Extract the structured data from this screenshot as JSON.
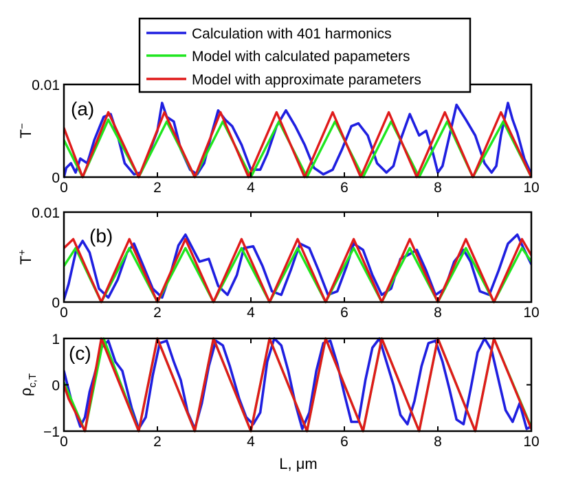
{
  "chart_data": {
    "type": "line",
    "legend": {
      "placement": "top-center",
      "entries": [
        {
          "label": "Calculation with 401 harmonics",
          "color": "#1f1fe0"
        },
        {
          "label": "Model with calculated papameters",
          "color": "#1ee61e"
        },
        {
          "label": "Model with approximate parameters",
          "color": "#e01a1a"
        }
      ]
    },
    "xlabel": "L, μm",
    "xlim": [
      0,
      10
    ],
    "xticks": [
      "0",
      "2",
      "4",
      "6",
      "8",
      "10"
    ],
    "panels": [
      {
        "label": "(a)",
        "ylabel_base": "T",
        "ylabel_sup": "−",
        "ylabel_sub": "",
        "ylim": [
          0,
          0.01
        ],
        "yticks": [
          {
            "v": 0,
            "t": "0"
          },
          {
            "v": 0.01,
            "t": "0.01"
          }
        ],
        "series": {
          "red": {
            "x": [
              0,
              0.4,
              0.95,
              1.6,
              2.15,
              2.8,
              3.35,
              3.95,
              4.55,
              5.15,
              5.75,
              6.35,
              6.95,
              7.55,
              8.15,
              8.75,
              9.35,
              10
            ],
            "y": [
              0.0053,
              0,
              0.007,
              0,
              0.007,
              0,
              0.007,
              0,
              0.007,
              0,
              0.007,
              0,
              0.007,
              0,
              0.007,
              0,
              0.007,
              0
            ]
          },
          "green": {
            "x": [
              0,
              0.4,
              0.95,
              1.6,
              2.2,
              2.8,
              3.4,
              4.0,
              4.6,
              5.2,
              5.8,
              6.4,
              7.0,
              7.6,
              8.2,
              8.75,
              9.4,
              10
            ],
            "y": [
              0.004,
              0,
              0.0062,
              0,
              0.006,
              0,
              0.006,
              0,
              0.006,
              0,
              0.006,
              0,
              0.006,
              0,
              0.006,
              0,
              0.006,
              0
            ]
          },
          "blue": {
            "x": [
              0,
              0.05,
              0.15,
              0.25,
              0.35,
              0.5,
              0.65,
              0.85,
              1.0,
              1.15,
              1.3,
              1.5,
              1.65,
              1.85,
              2.0,
              2.1,
              2.2,
              2.35,
              2.5,
              2.7,
              2.85,
              3.0,
              3.15,
              3.3,
              3.45,
              3.6,
              3.8,
              4.0,
              4.2,
              4.35,
              4.55,
              4.75,
              4.95,
              5.15,
              5.35,
              5.55,
              5.75,
              5.95,
              6.15,
              6.3,
              6.5,
              6.7,
              6.9,
              7.05,
              7.2,
              7.4,
              7.6,
              7.75,
              7.9,
              8.0,
              8.1,
              8.25,
              8.4,
              8.6,
              8.8,
              9.0,
              9.15,
              9.25,
              9.35,
              9.5,
              9.6,
              9.7,
              9.85,
              10
            ],
            "y": [
              0,
              0.001,
              0.0015,
              0.0005,
              0.002,
              0.0015,
              0.004,
              0.0065,
              0.0068,
              0.0045,
              0.0015,
              0.0003,
              0.0005,
              0.003,
              0.005,
              0.008,
              0.0065,
              0.006,
              0.003,
              0.0008,
              0.0003,
              0.0015,
              0.0045,
              0.0072,
              0.0062,
              0.0055,
              0.0035,
              0.0008,
              0.0008,
              0.0025,
              0.0055,
              0.0072,
              0.0055,
              0.0035,
              0.001,
              0.0003,
              0.0008,
              0.003,
              0.0055,
              0.0058,
              0.0045,
              0.0015,
              0.0005,
              0.0012,
              0.004,
              0.0068,
              0.0045,
              0.005,
              0.0025,
              0.0005,
              0.0012,
              0.0045,
              0.0078,
              0.0062,
              0.0045,
              0.0015,
              0.0005,
              0.0012,
              0.0045,
              0.008,
              0.0062,
              0.0048,
              0.002,
              0.0003
            ]
          }
        }
      },
      {
        "label": "(b)",
        "ylabel_base": "T",
        "ylabel_sup": "+",
        "ylabel_sub": "",
        "ylim": [
          0,
          0.01
        ],
        "yticks": [
          {
            "v": 0,
            "t": "0"
          },
          {
            "v": 0.01,
            "t": "0.01"
          }
        ],
        "series": {
          "red": {
            "x": [
              0,
              0.2,
              0.8,
              1.4,
              2.0,
              2.6,
              3.2,
              3.8,
              4.4,
              5.0,
              5.6,
              6.2,
              6.8,
              7.4,
              8.0,
              8.6,
              9.2,
              9.8,
              10
            ],
            "y": [
              0.006,
              0.007,
              0,
              0.007,
              0,
              0.007,
              0,
              0.007,
              0,
              0.007,
              0,
              0.007,
              0,
              0.007,
              0,
              0.007,
              0,
              0.007,
              0.0052
            ]
          },
          "green": {
            "x": [
              0,
              0.25,
              0.8,
              1.4,
              2.0,
              2.6,
              3.2,
              3.8,
              4.4,
              5.0,
              5.6,
              6.2,
              6.8,
              7.4,
              8.0,
              8.6,
              9.2,
              9.8,
              10
            ],
            "y": [
              0.004,
              0.006,
              0,
              0.006,
              0,
              0.006,
              0,
              0.006,
              0,
              0.006,
              0,
              0.006,
              0,
              0.006,
              0,
              0.006,
              0,
              0.006,
              0.0045
            ]
          },
          "blue": {
            "x": [
              0,
              0.1,
              0.25,
              0.4,
              0.55,
              0.75,
              0.95,
              1.15,
              1.35,
              1.5,
              1.7,
              1.9,
              2.1,
              2.3,
              2.45,
              2.6,
              2.75,
              2.9,
              3.1,
              3.3,
              3.5,
              3.7,
              3.85,
              4.05,
              4.25,
              4.45,
              4.65,
              4.85,
              5.05,
              5.25,
              5.45,
              5.65,
              5.85,
              6.05,
              6.2,
              6.4,
              6.6,
              6.8,
              7.0,
              7.2,
              7.35,
              7.55,
              7.75,
              7.95,
              8.15,
              8.35,
              8.55,
              8.7,
              8.9,
              9.1,
              9.3,
              9.5,
              9.7,
              9.85,
              10
            ],
            "y": [
              0.0003,
              0.002,
              0.0055,
              0.0068,
              0.0055,
              0.0015,
              0.0005,
              0.0025,
              0.0055,
              0.0065,
              0.004,
              0.0015,
              0.0005,
              0.0035,
              0.0063,
              0.0075,
              0.006,
              0.0045,
              0.0048,
              0.0018,
              0.0008,
              0.003,
              0.006,
              0.0062,
              0.004,
              0.0012,
              0.0008,
              0.0035,
              0.0065,
              0.006,
              0.0035,
              0.0008,
              0.0012,
              0.004,
              0.0065,
              0.0058,
              0.003,
              0.0008,
              0.0015,
              0.0048,
              0.0052,
              0.0058,
              0.0035,
              0.0008,
              0.0015,
              0.0045,
              0.0058,
              0.0045,
              0.0012,
              0.0008,
              0.0035,
              0.0065,
              0.0075,
              0.0058,
              0.0042
            ]
          }
        }
      },
      {
        "label": "(c)",
        "ylabel_base": "ρ",
        "ylabel_sup": "",
        "ylabel_sub": "c,T",
        "ylim": [
          -1,
          1
        ],
        "yticks": [
          {
            "v": -1,
            "t": "−1"
          },
          {
            "v": 0,
            "t": "0"
          },
          {
            "v": 1,
            "t": "1"
          }
        ],
        "series": {
          "red": {
            "x": [
              0,
              0.1,
              0.45,
              0.8,
              1.6,
              2.0,
              2.8,
              3.2,
              4.0,
              4.4,
              5.2,
              5.6,
              6.4,
              6.8,
              7.6,
              8.0,
              8.8,
              9.2,
              10
            ],
            "y": [
              0,
              -0.3,
              -1,
              1,
              -1,
              1,
              -1,
              1,
              -1,
              1,
              -1,
              1,
              -1,
              1,
              -1,
              1,
              -1,
              1,
              -0.95
            ]
          },
          "green": {
            "x": [
              0,
              0.45,
              0.85,
              1.6,
              2.0,
              2.8,
              3.2,
              4.0,
              4.4,
              5.2,
              5.6,
              6.4,
              6.8,
              7.6,
              8.0,
              8.8,
              9.2,
              10
            ],
            "y": [
              0.05,
              -1,
              1,
              -1,
              1,
              -1,
              1,
              -1,
              1,
              -1,
              1,
              -1,
              1,
              -1,
              1,
              -1,
              1,
              -0.92
            ]
          },
          "blue": {
            "x": [
              0,
              0.05,
              0.15,
              0.25,
              0.35,
              0.45,
              0.55,
              0.65,
              0.8,
              0.95,
              1.1,
              1.25,
              1.45,
              1.6,
              1.75,
              1.9,
              2.05,
              2.2,
              2.35,
              2.5,
              2.65,
              2.8,
              2.95,
              3.1,
              3.25,
              3.4,
              3.55,
              3.75,
              3.9,
              4.05,
              4.2,
              4.35,
              4.5,
              4.65,
              4.8,
              4.95,
              5.1,
              5.25,
              5.4,
              5.55,
              5.7,
              5.85,
              6.0,
              6.15,
              6.3,
              6.45,
              6.6,
              6.75,
              6.9,
              7.05,
              7.2,
              7.35,
              7.5,
              7.65,
              7.8,
              7.95,
              8.1,
              8.25,
              8.4,
              8.55,
              8.7,
              8.85,
              9.0,
              9.15,
              9.3,
              9.45,
              9.6,
              9.75,
              9.9,
              10
            ],
            "y": [
              0.3,
              0.1,
              -0.3,
              -0.6,
              -0.9,
              -0.7,
              -0.15,
              0.2,
              0.8,
              0.95,
              0.5,
              0.3,
              -0.5,
              -0.95,
              -0.7,
              0.2,
              0.9,
              0.95,
              0.5,
              0.1,
              -0.6,
              -0.95,
              -0.4,
              0.4,
              0.95,
              0.85,
              0.4,
              -0.3,
              -0.7,
              -0.85,
              -0.6,
              0.5,
              1.0,
              0.85,
              0.3,
              -0.4,
              -0.95,
              -0.6,
              0.3,
              0.9,
              0.95,
              0.45,
              -0.2,
              -0.8,
              -0.8,
              0.1,
              0.8,
              1.0,
              0.5,
              0.0,
              -0.65,
              -0.85,
              -0.35,
              0.4,
              0.9,
              0.95,
              0.5,
              -0.1,
              -0.75,
              -0.85,
              -0.1,
              0.7,
              1.0,
              0.75,
              0.1,
              -0.55,
              -0.8,
              -0.4,
              -0.95,
              -0.9
            ]
          }
        }
      }
    ]
  }
}
